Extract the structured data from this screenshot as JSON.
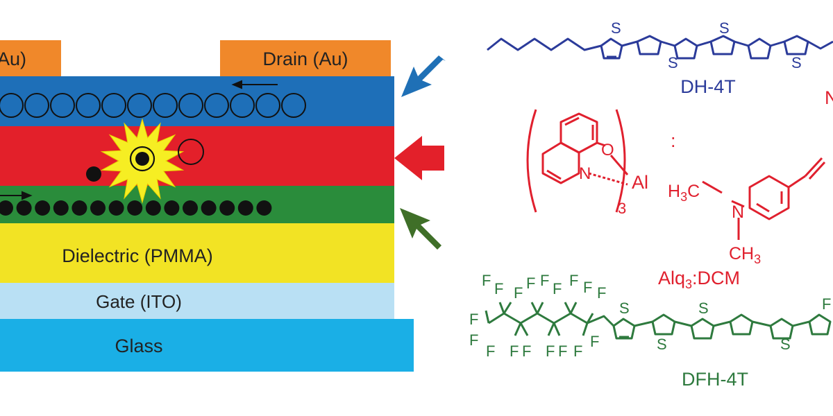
{
  "device": {
    "source_label": "Au)",
    "drain_label": "Drain (Au)",
    "dielectric_label": "Dielectric (PMMA)",
    "gate_label": "Gate (ITO)",
    "glass_label": "Glass"
  },
  "molecules": {
    "dh4t": {
      "name": "DH-4T",
      "atom_s": "S",
      "edge_label": "N"
    },
    "alq3": {
      "atom_o": "O",
      "atom_n": "N",
      "metal": "Al",
      "subscript": "3",
      "colon": ":"
    },
    "dcm": {
      "h3c": "H",
      "h3c_sub": "3",
      "h3c_c": "C",
      "atom_n": "N",
      "ch3_c": "CH",
      "ch3_sub": "3"
    },
    "blend": {
      "label_a": "Alq",
      "label_sub": "3",
      "label_b": ":DCM"
    },
    "dfh4t": {
      "name": "DFH-4T",
      "atom_f": "F",
      "atom_s": "S"
    }
  },
  "colors": {
    "gold": "#F0882A",
    "blue_layer": "#1E6FB8",
    "red_layer": "#E3202A",
    "green_layer": "#2A8C3B",
    "dielectric": "#F2E324",
    "gate": "#B9E0F4",
    "glass": "#1AAFE6",
    "blue_mol": "#2B3B9A",
    "red_mol": "#E0202E",
    "green_mol": "#2E7A3E",
    "arrow_blue": "#1F70B6",
    "arrow_red": "#E3202A",
    "arrow_green": "#3F6F28"
  }
}
